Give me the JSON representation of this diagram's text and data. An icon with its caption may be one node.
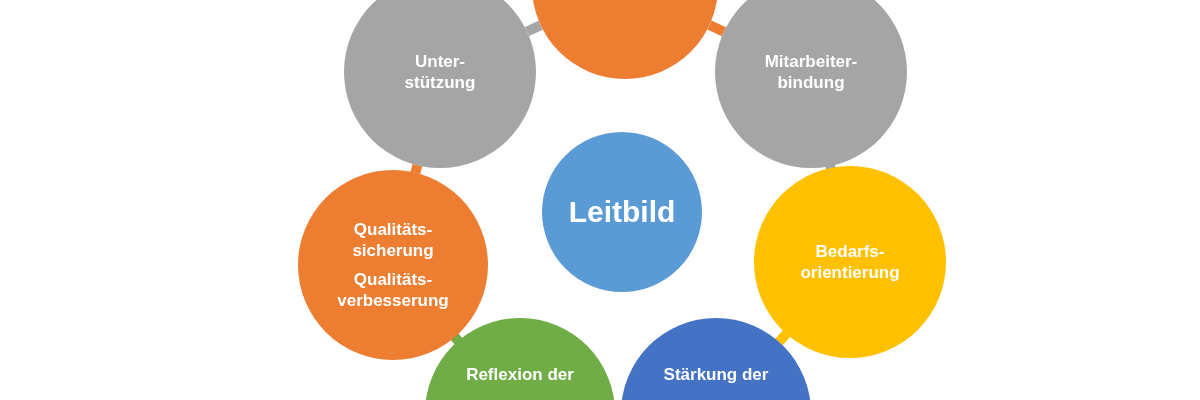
{
  "diagram": {
    "nodes": [
      {
        "text": [],
        "shape": "circle"
      },
      {
        "text": [
          "Unter- stützung"
        ]
      },
      {
        "text": [
          "Mitarbeiter- bindung"
        ]
      },
      {
        "text": [
          "Leitbild"
        ]
      },
      {
        "text": [
          "Qualitäts- sicherung",
          "Qualitäts- verbesserung"
        ]
      },
      {
        "text": [
          "Bedarfs- orientierung"
        ]
      },
      {
        "text": [
          "Reflexion der"
        ]
      },
      {
        "text": [
          "Stärkung der"
        ]
      }
    ],
    "edges": [
      {
        "from": 0,
        "to": 2,
        "arrow": "none",
        "color": "#ed7d31"
      },
      {
        "from": 2,
        "to": 5,
        "arrow": "none",
        "color": "#a5a5a5"
      },
      {
        "from": 5,
        "to": 7,
        "arrow": "none",
        "color": "#ffc000"
      },
      {
        "from": 6,
        "to": 4,
        "arrow": "none",
        "color": "#70ad47"
      },
      {
        "from": 4,
        "to": 1,
        "arrow": "none",
        "color": "#ed7d31"
      },
      {
        "from": 1,
        "to": 0,
        "arrow": "none",
        "color": "#a5a5a5"
      }
    ]
  }
}
